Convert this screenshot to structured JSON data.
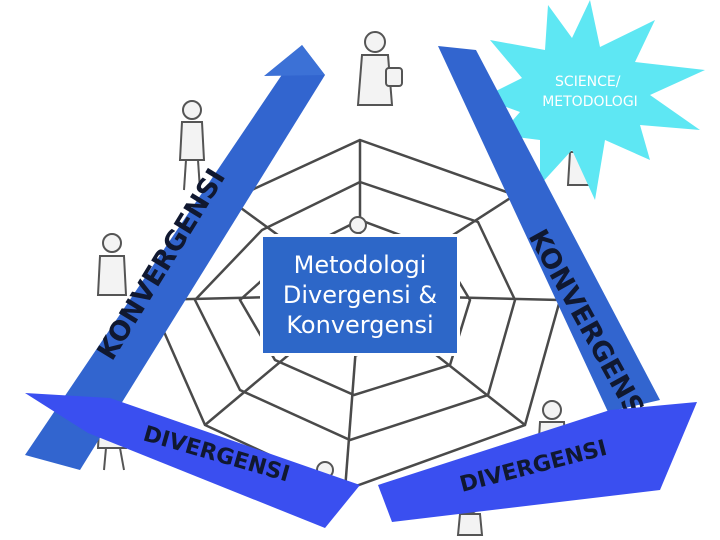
{
  "center_title": "Metodologi\nDivergensi &\nKonvergensi",
  "starburst_label": "SCIENCE/\nMETODOLOGI",
  "left_pencil_label": "KONVERGENSI",
  "right_pencil_label": "KONVERGENSI",
  "bottom_left_pencil_label": "DIVERGENSI",
  "bottom_right_pencil_label": "DIVERGENSI",
  "colors": {
    "pencil_blue": "#2f5fcc",
    "pencil_bright": "#3a4ff0",
    "center_box": "#2d67c8",
    "starburst": "#5ee7f3",
    "web_lines": "#4a4a4a"
  }
}
